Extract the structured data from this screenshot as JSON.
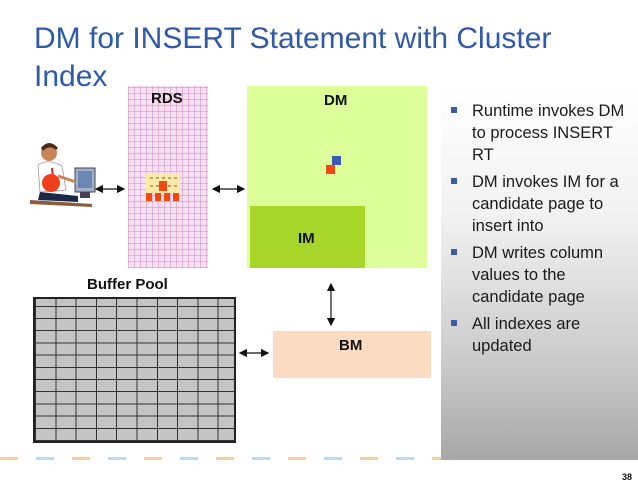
{
  "slide": {
    "title": "DM for INSERT Statement with Cluster Index",
    "page_number": "38"
  },
  "diagram": {
    "rds_label": "RDS",
    "dm_label": "DM",
    "im_label": "IM",
    "bm_label": "BM",
    "buffer_pool_label": "Buffer Pool"
  },
  "bullets": [
    "Runtime invokes DM to process INSERT RT",
    "DM invokes IM for a candidate page to insert into",
    "DM writes column values to the candidate page",
    "All indexes are updated"
  ],
  "colors": {
    "title": "#2f5aa8",
    "bullet_marker": "#3b5ba5",
    "dm_box": "#dcff9a",
    "im_box": "#a8d52a",
    "bm_box": "#fbdcc3",
    "rds_box": "#f7e0f1",
    "buffer_pool": "#c4c4c4"
  }
}
